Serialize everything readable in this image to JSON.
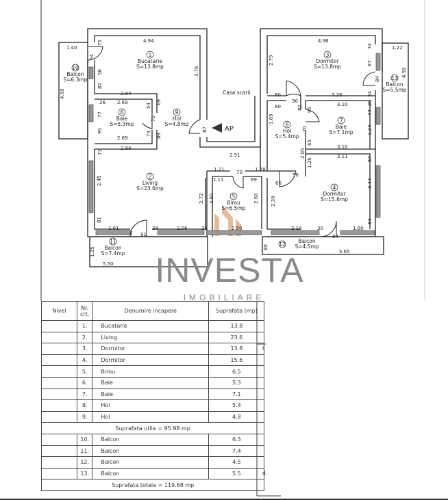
{
  "plan": {
    "rooms": [
      {
        "num": "1",
        "name": "Bucatarie",
        "area": "S=13.8mp"
      },
      {
        "num": "2",
        "name": "Living",
        "area": "S=23.6mp"
      },
      {
        "num": "3",
        "name": "Dormitor",
        "area": "S=13.8mp"
      },
      {
        "num": "4",
        "name": "Dormitor",
        "area": "S=15.6mp"
      },
      {
        "num": "5",
        "name": "Birou",
        "area": "S=6.5mp"
      },
      {
        "num": "6",
        "name": "Baie",
        "area": "S=5.3mp"
      },
      {
        "num": "7",
        "name": "Baie",
        "area": "S=7.1mp"
      },
      {
        "num": "8",
        "name": "Hol",
        "area": "S=5.4mp"
      },
      {
        "num": "9",
        "name": "Hol",
        "area": "S=4.8mp"
      },
      {
        "num": "10",
        "name": "Balcon",
        "area": "S=6.3mp"
      },
      {
        "num": "11",
        "name": "Balcon",
        "area": "S=7.4mp"
      },
      {
        "num": "12",
        "name": "Balcon",
        "area": "S=4.5mp"
      },
      {
        "num": "13",
        "name": "Balcon",
        "area": "S=5.5mp"
      }
    ],
    "stair_label": "Casa scarii",
    "entrance_label": "AP",
    "dimensions": [
      "1.40",
      "75",
      "4.94",
      "64",
      "58",
      "82",
      "2.84",
      "3.76",
      "4.50",
      "26",
      "2.69",
      "54",
      "69",
      "77",
      "70",
      "95",
      "74",
      "89",
      "2.69",
      "2.84",
      "87",
      "2.51",
      "71",
      "2.45",
      "4.96",
      "74",
      "1.22",
      "2.79",
      "87",
      "84",
      "4.50",
      "80",
      "90",
      "3.26",
      "34",
      "80",
      "82",
      "95",
      "3.10",
      "29",
      "77",
      "1.69",
      "70",
      "1.24",
      "65",
      "3.10",
      "2.05",
      "3.11",
      "57",
      "1.26",
      "1.21",
      "70",
      "1.78",
      "1.11",
      "69",
      "66",
      "96",
      "2.44",
      "2.72",
      "2.60",
      "2.60",
      "2.39",
      "81",
      "1.61",
      "91",
      "34",
      "2.06",
      "21",
      "2.50",
      "2.10",
      "30",
      "84",
      "1.60",
      "64",
      "80",
      "5.65",
      "1.35",
      "5.50"
    ],
    "side_marks": [
      "f",
      "d."
    ]
  },
  "watermark": {
    "brand": "INVESTA",
    "sub": "IMOBILIARE",
    "brand_color": "#8a8a8a",
    "logo_color": "#d9a57a"
  },
  "table": {
    "headers": {
      "level": "Nivel",
      "nr": "Nr. crt.",
      "name": "Denumire incapere",
      "area": "Suprafata (mp)"
    },
    "rows": [
      {
        "nr": "1.",
        "name": "Bucatarie",
        "area": "13.8"
      },
      {
        "nr": "2.",
        "name": "Living",
        "area": "23.6"
      },
      {
        "nr": "3.",
        "name": "Dormitor",
        "area": "13.8"
      },
      {
        "nr": "4.",
        "name": "Dormitor",
        "area": "15.6"
      },
      {
        "nr": "5.",
        "name": "Birou",
        "area": "6.5"
      },
      {
        "nr": "6.",
        "name": "Baie",
        "area": "5.3"
      },
      {
        "nr": "7.",
        "name": "Baie",
        "area": "7.1"
      },
      {
        "nr": "8.",
        "name": "Hol",
        "area": "5.4"
      },
      {
        "nr": "9.",
        "name": "Hol",
        "area": "4.8"
      }
    ],
    "useful_total": "Suprafata utila = 95.98 mp",
    "balcony_rows": [
      {
        "nr": "10.",
        "name": "Balcon",
        "area": "6.3"
      },
      {
        "nr": "11.",
        "name": "Balcon",
        "area": "7.4"
      },
      {
        "nr": "12.",
        "name": "Balcon",
        "area": "4.5"
      },
      {
        "nr": "13.",
        "name": "Balcon",
        "area": "5.5"
      }
    ],
    "grand_total": "Suprafata totala = 119.68 mp"
  }
}
